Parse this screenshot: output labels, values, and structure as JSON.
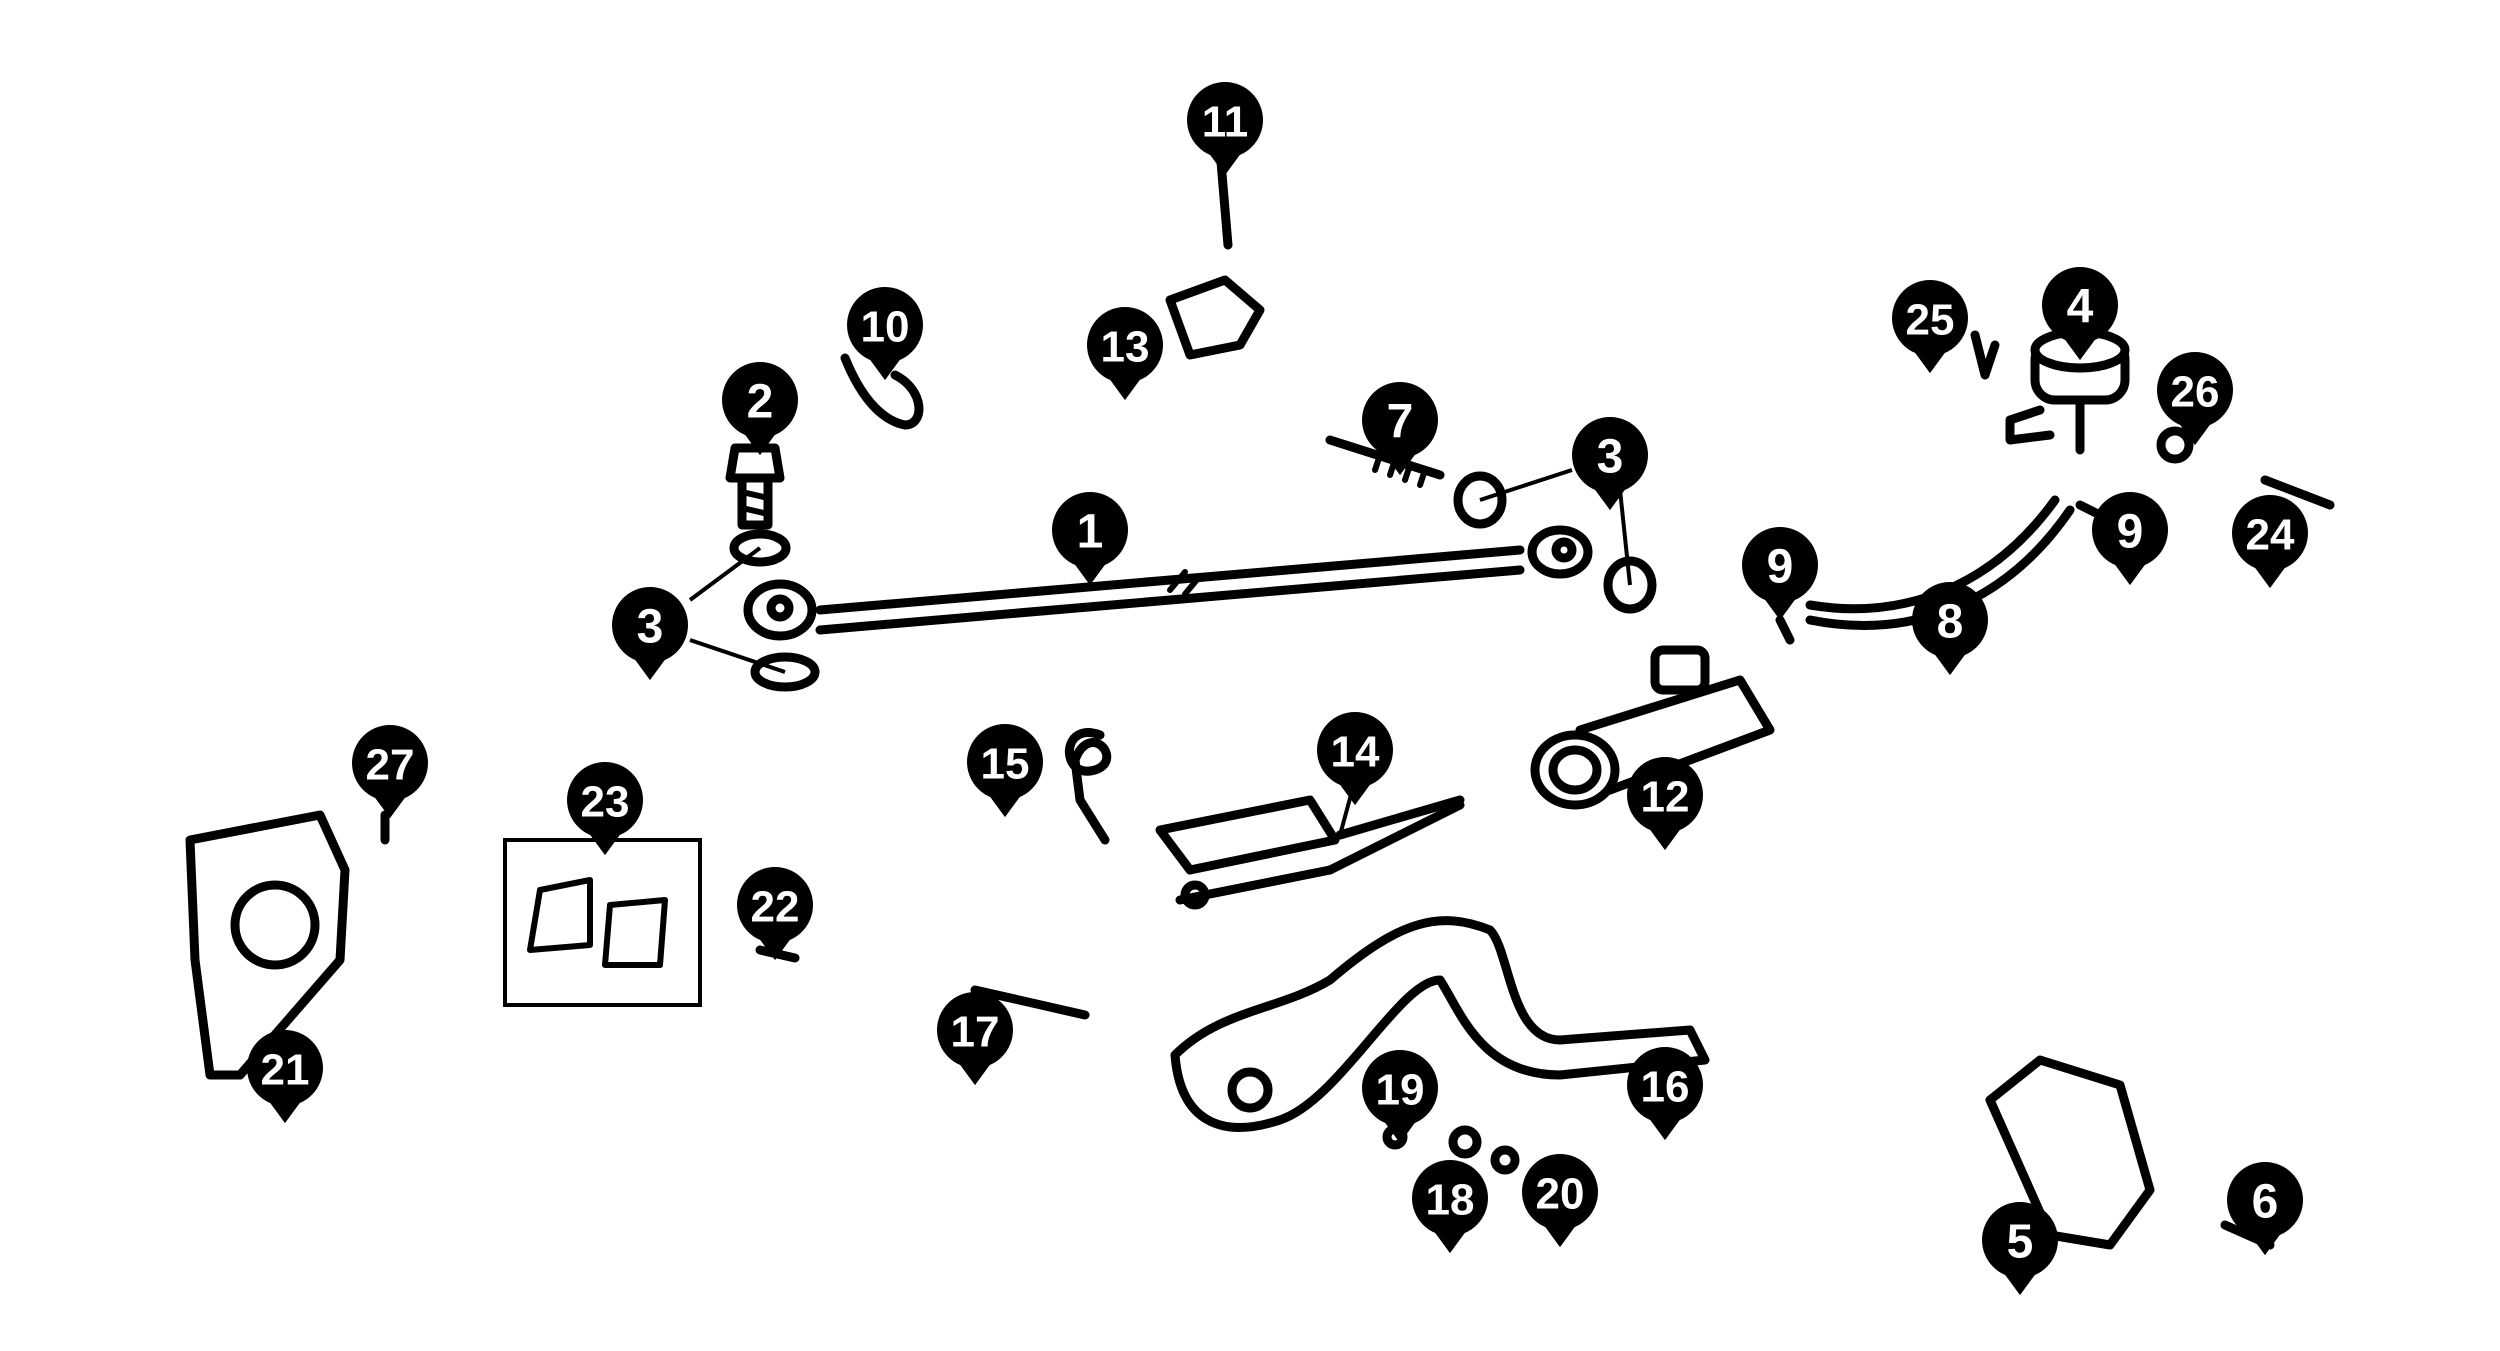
{
  "diagram": {
    "background": "#ffffff",
    "ink": "#000000",
    "callouts": [
      {
        "id": "1",
        "label": "1"
      },
      {
        "id": "2",
        "label": "2"
      },
      {
        "id": "3a",
        "label": "3"
      },
      {
        "id": "3b",
        "label": "3"
      },
      {
        "id": "4",
        "label": "4"
      },
      {
        "id": "5",
        "label": "5"
      },
      {
        "id": "6",
        "label": "6"
      },
      {
        "id": "7",
        "label": "7"
      },
      {
        "id": "8",
        "label": "8"
      },
      {
        "id": "9a",
        "label": "9"
      },
      {
        "id": "9b",
        "label": "9"
      },
      {
        "id": "10",
        "label": "10"
      },
      {
        "id": "11",
        "label": "11"
      },
      {
        "id": "12",
        "label": "12"
      },
      {
        "id": "13",
        "label": "13"
      },
      {
        "id": "14",
        "label": "14"
      },
      {
        "id": "15",
        "label": "15"
      },
      {
        "id": "16",
        "label": "16"
      },
      {
        "id": "17",
        "label": "17"
      },
      {
        "id": "18",
        "label": "18"
      },
      {
        "id": "19",
        "label": "19"
      },
      {
        "id": "20",
        "label": "20"
      },
      {
        "id": "21",
        "label": "21"
      },
      {
        "id": "22",
        "label": "22"
      },
      {
        "id": "23",
        "label": "23"
      },
      {
        "id": "24",
        "label": "24"
      },
      {
        "id": "25",
        "label": "25"
      },
      {
        "id": "26",
        "label": "26"
      },
      {
        "id": "27",
        "label": "27"
      }
    ]
  }
}
